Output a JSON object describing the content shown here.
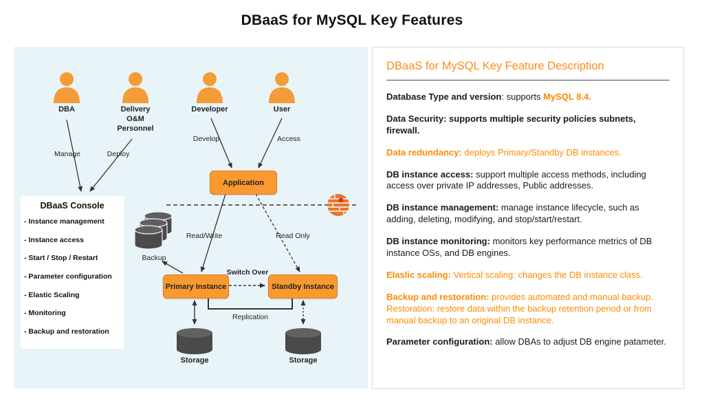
{
  "page": {
    "title": "DBaaS for MySQL Key Features"
  },
  "colors": {
    "orange_text": "#FF8A00",
    "orange_fill": "#F9992F",
    "panel_blue": "#E9F4F9",
    "dark_gray": "#4A4A4A"
  },
  "diagram": {
    "actors": [
      {
        "label": "DBA"
      },
      {
        "label": "Delivery O&M Personnel"
      },
      {
        "label": "Developer"
      },
      {
        "label": "User"
      }
    ],
    "edge_labels": {
      "manage": "Manage",
      "deploy": "Deploy",
      "develop": "Develop",
      "access": "Access",
      "read_write": "Read/Write",
      "read_only": "Read Only",
      "switch_over": "Switch Over",
      "replication": "Replication",
      "backup": "Backup"
    },
    "console": {
      "title": "DBaaS Console",
      "items": [
        "- Instance management",
        "- Instance access",
        "- Start / Stop / Restart",
        "- Parameter configuration",
        "- Elastic Scaling",
        "- Monitoring",
        "- Backup and restoration"
      ]
    },
    "nodes": {
      "application": "Application",
      "primary": "Primary Instance",
      "standby": "Standby Instance"
    },
    "storage_labels": [
      "Storage",
      "Storage"
    ]
  },
  "description": {
    "title": "DBaaS for MySQL Key Feature Description",
    "items": [
      {
        "segments": [
          {
            "t": "Database Type and version",
            "b": true
          },
          {
            "t": ": supports "
          },
          {
            "t": "MySQL 8.4.",
            "b": true,
            "o": true
          }
        ]
      },
      {
        "segments": [
          {
            "t": "Data Security: supports multiple security policies subnets, firewall.",
            "b": true
          }
        ]
      },
      {
        "segments": [
          {
            "t": "Data redundancy:",
            "b": true,
            "o": true
          },
          {
            "t": " deploys Primary/Standby DB instances.",
            "o": true
          }
        ]
      },
      {
        "segments": [
          {
            "t": "DB instance access:",
            "b": true
          },
          {
            "t": " support multiple access methods, including access over private IP addresses, Public addresses."
          }
        ]
      },
      {
        "segments": [
          {
            "t": "DB instance management:",
            "b": true
          },
          {
            "t": " manage instance lifecycle, such as adding, deleting, modifying, and stop/start/restart."
          }
        ]
      },
      {
        "segments": [
          {
            "t": "DB instance monitoring:",
            "b": true
          },
          {
            "t": " monitors key performance metrics of DB instance OSs, and DB engines."
          }
        ]
      },
      {
        "segments": [
          {
            "t": "Elaslic scaling:",
            "b": true,
            "o": true
          },
          {
            "t": " Vertical scaling: changes the DB instance class.",
            "o": true
          }
        ]
      },
      {
        "segments": [
          {
            "t": "Backup and restoration:",
            "b": true,
            "o": true
          },
          {
            "t": " provides automated and manual backup. Restoration: restore data within the backup retention period or from manual backup to an original DB instance.",
            "o": true
          }
        ]
      },
      {
        "segments": [
          {
            "t": "Parameter configuration:",
            "b": true
          },
          {
            "t": " allow DBAs to adjust DB engine patameter."
          }
        ]
      }
    ]
  }
}
